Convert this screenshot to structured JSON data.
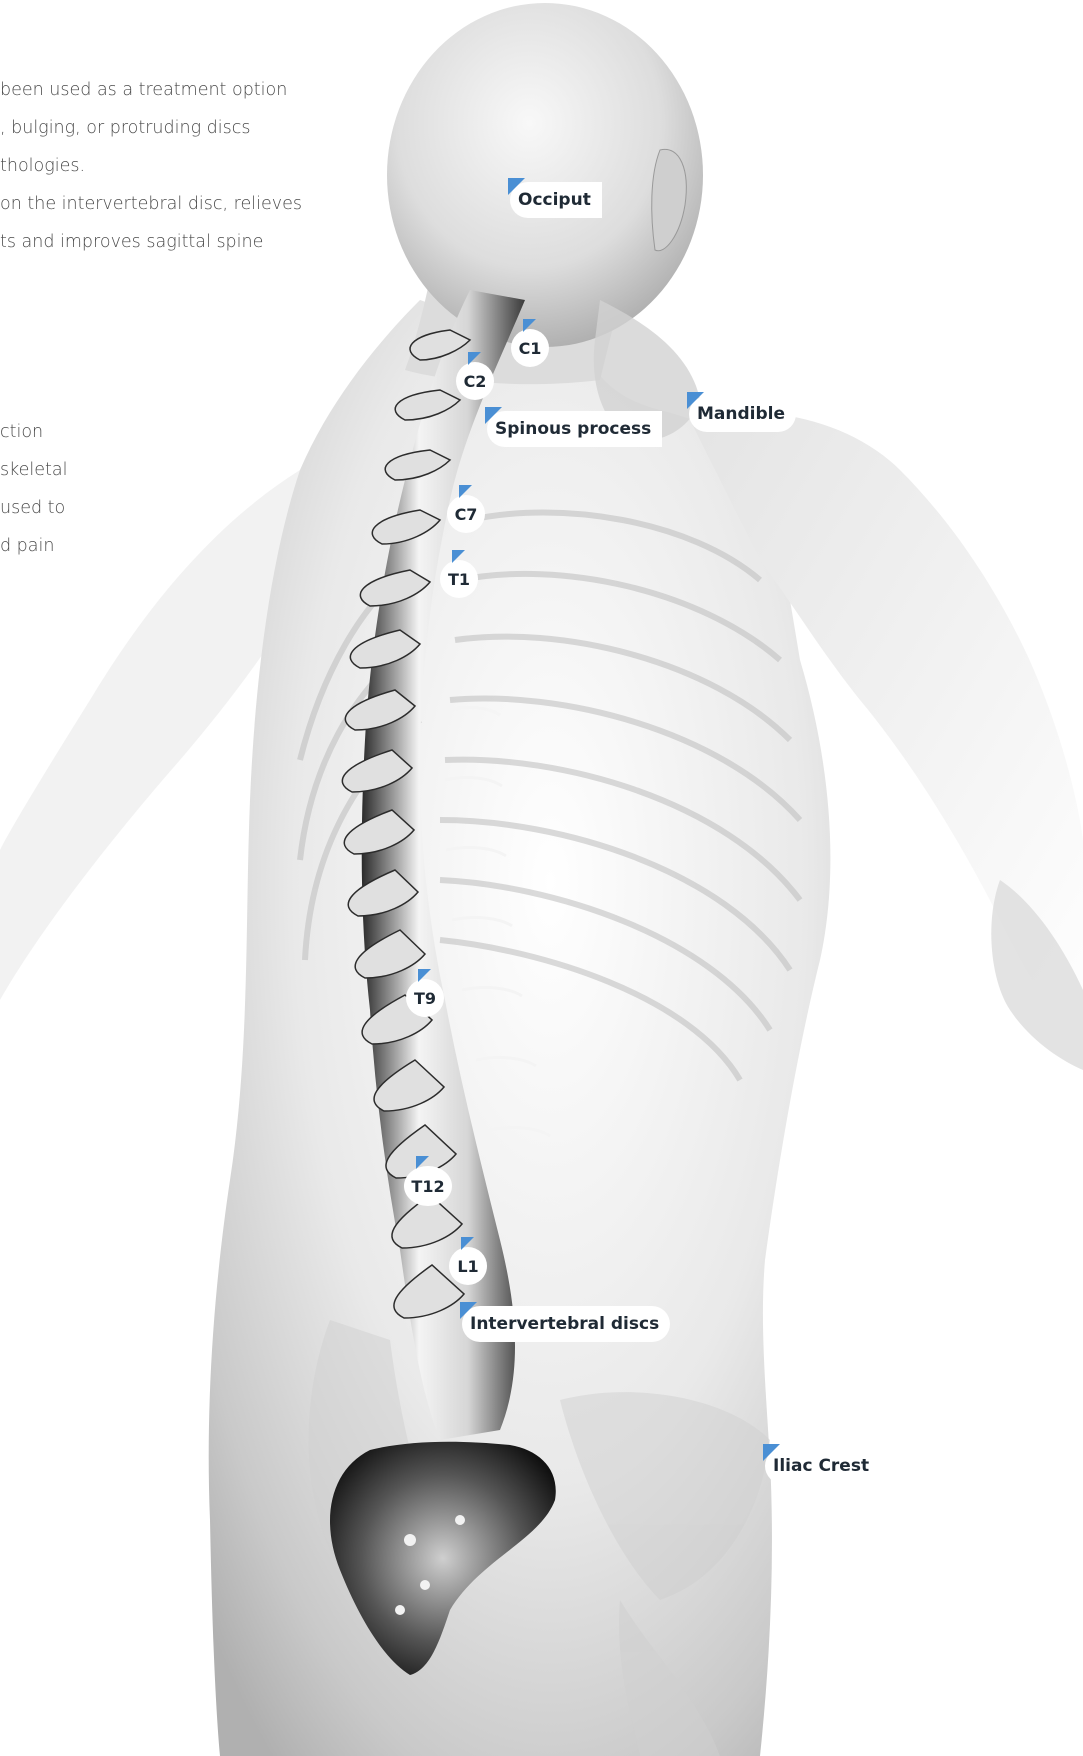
{
  "intro_text": {
    "lines": [
      "been used as a treatment option",
      ", bulging, or protruding discs",
      "thologies.",
      "on the intervertebral disc, relieves",
      "ts and improves sagittal spine"
    ]
  },
  "side_text": {
    "lines": [
      "ction",
      "skeletal",
      "used to",
      "d pain"
    ]
  },
  "labels": {
    "occiput": "Occiput",
    "c1": "C1",
    "c2": "C2",
    "spinous_process": "Spinous process",
    "mandible": "Mandible",
    "c7": "C7",
    "t1": "T1",
    "t9": "T9",
    "t12": "T12",
    "l1": "L1",
    "intervertebral_discs": "Intervertebral discs",
    "iliac_crest": "Iliac Crest"
  },
  "colors": {
    "accent": "#4a8fd4",
    "text": "#4a4a4a",
    "label_text": "#1f2a35",
    "label_bg": "#ffffff"
  }
}
